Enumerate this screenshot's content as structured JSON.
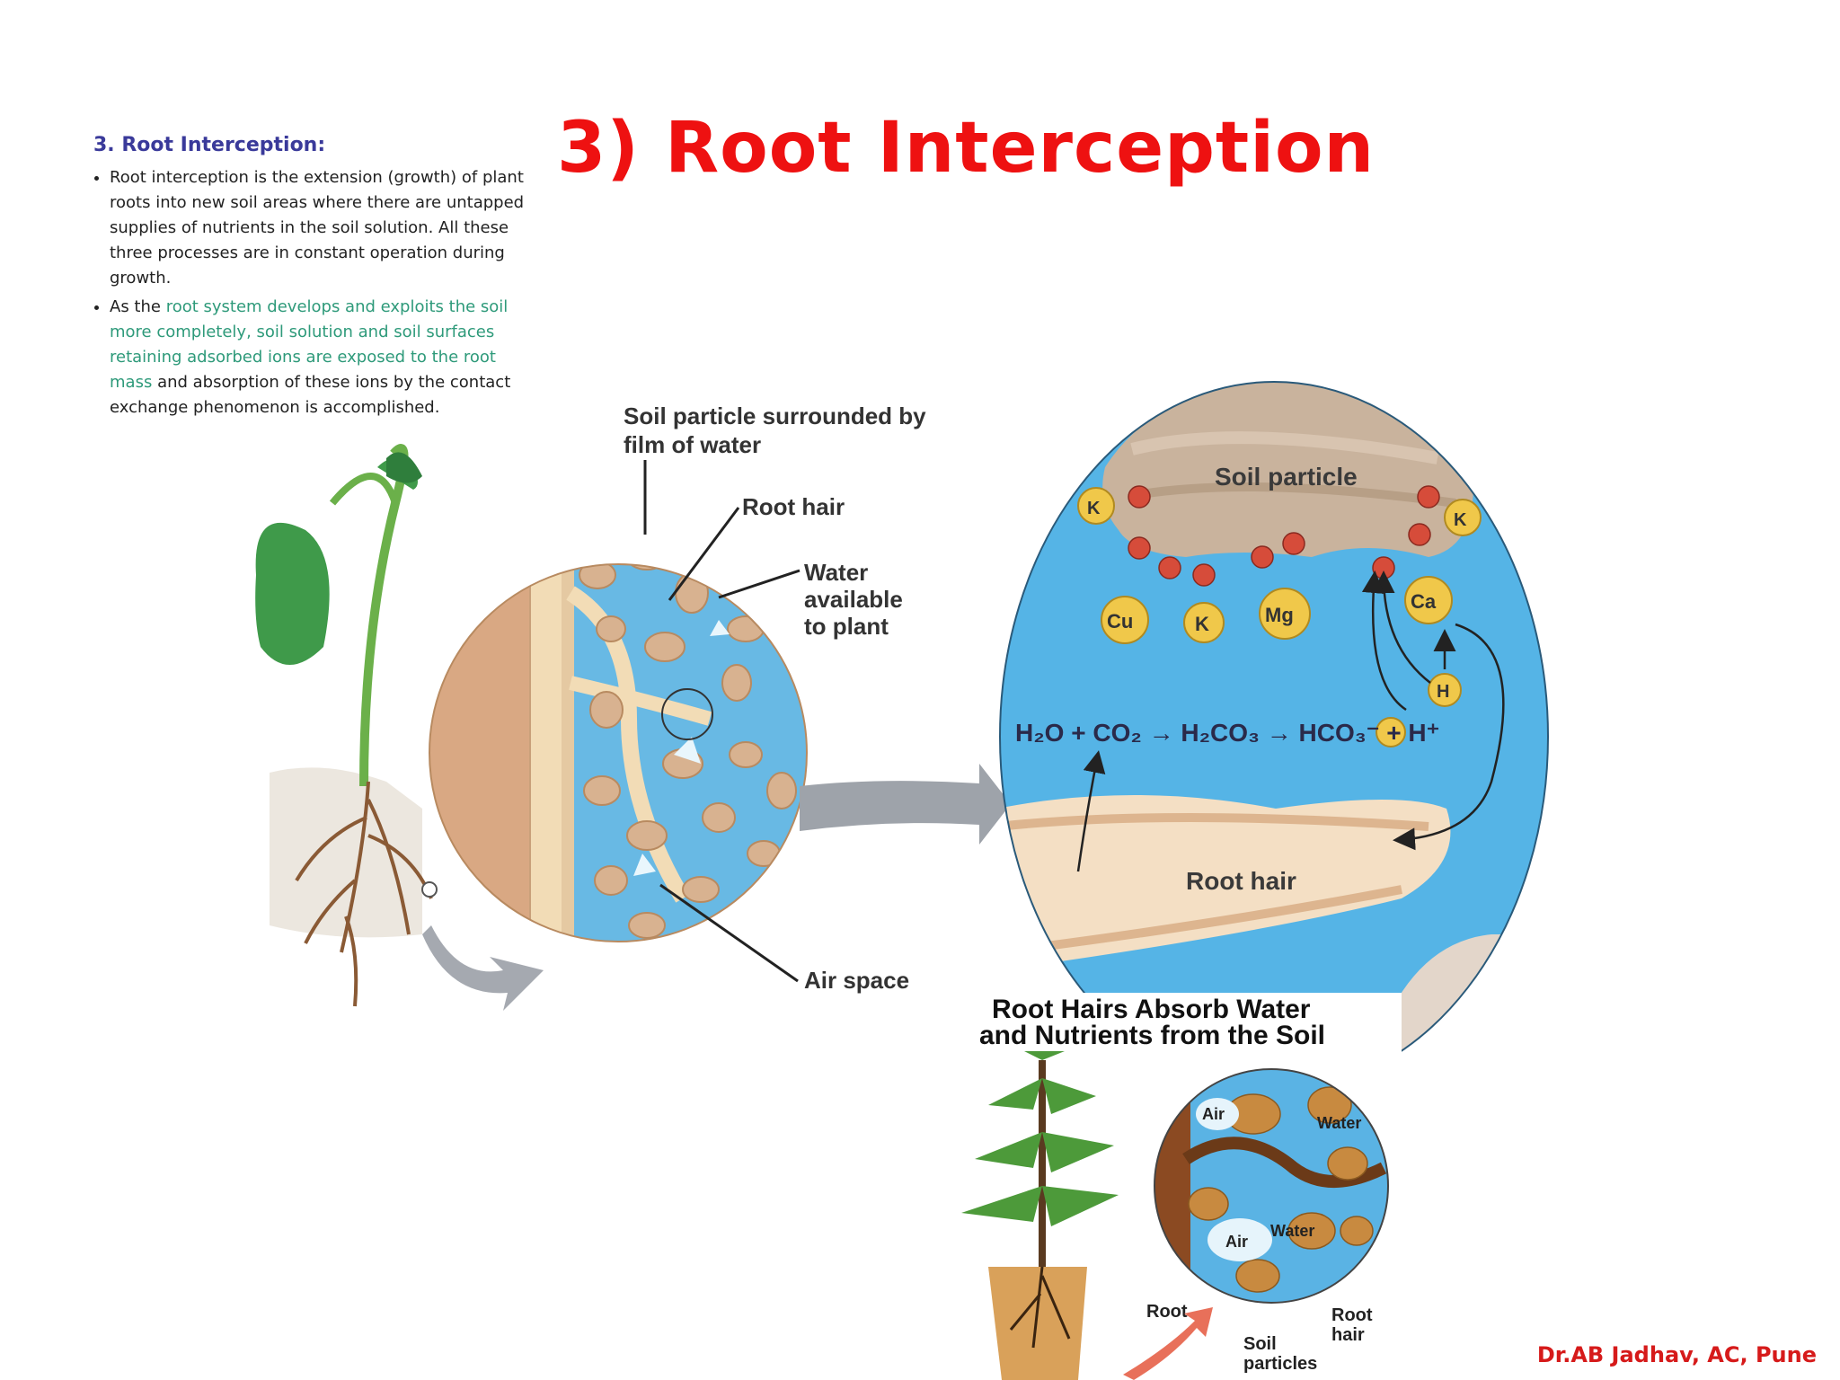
{
  "slide": {
    "title": "3) Root Interception",
    "credit": "Dr.AB Jadhav, AC, Pune"
  },
  "notes": {
    "heading": "3. Root Interception:",
    "bullet1": "Root interception is the extension (growth) of plant roots into new soil areas where there are untapped supplies of nutrients in the soil solution. All these three processes are in constant operation during growth.",
    "bullet2_pre": "As the",
    "bullet2_highlight": "root system develops and exploits the soil more completely, soil solution and soil surfaces retaining adsorbed ions are exposed to the root mass",
    "bullet2_post": "and absorption of these ions by the contact exchange phenomenon is accomplished."
  },
  "diagram_left": {
    "label_film_1": "Soil particle surrounded by",
    "label_film_2": "film of water",
    "label_root_hair": "Root hair",
    "label_water_1": "Water",
    "label_water_2": "available",
    "label_water_3": "to plant",
    "label_air": "Air space"
  },
  "diagram_right": {
    "soil_particle": "Soil particle",
    "root_hair": "Root hair",
    "k": "K",
    "cu": "Cu",
    "mg": "Mg",
    "ca": "Ca",
    "h": "H",
    "equation": "H₂O + CO₂ → H₂CO₃ → HCO₃⁻ + H⁺"
  },
  "inset": {
    "title_1": "Root Hairs Absorb Water",
    "title_2": "and Nutrients from the Soil",
    "air": "Air",
    "water": "Water",
    "root": "Root",
    "root_hair_1": "Root",
    "root_hair_2": "hair",
    "soil_1": "Soil",
    "soil_2": "particles"
  },
  "colors": {
    "title": "#ee1111",
    "water": "#5fb8e8",
    "soil": "#c9a07a",
    "root": "#f3d9b8"
  }
}
